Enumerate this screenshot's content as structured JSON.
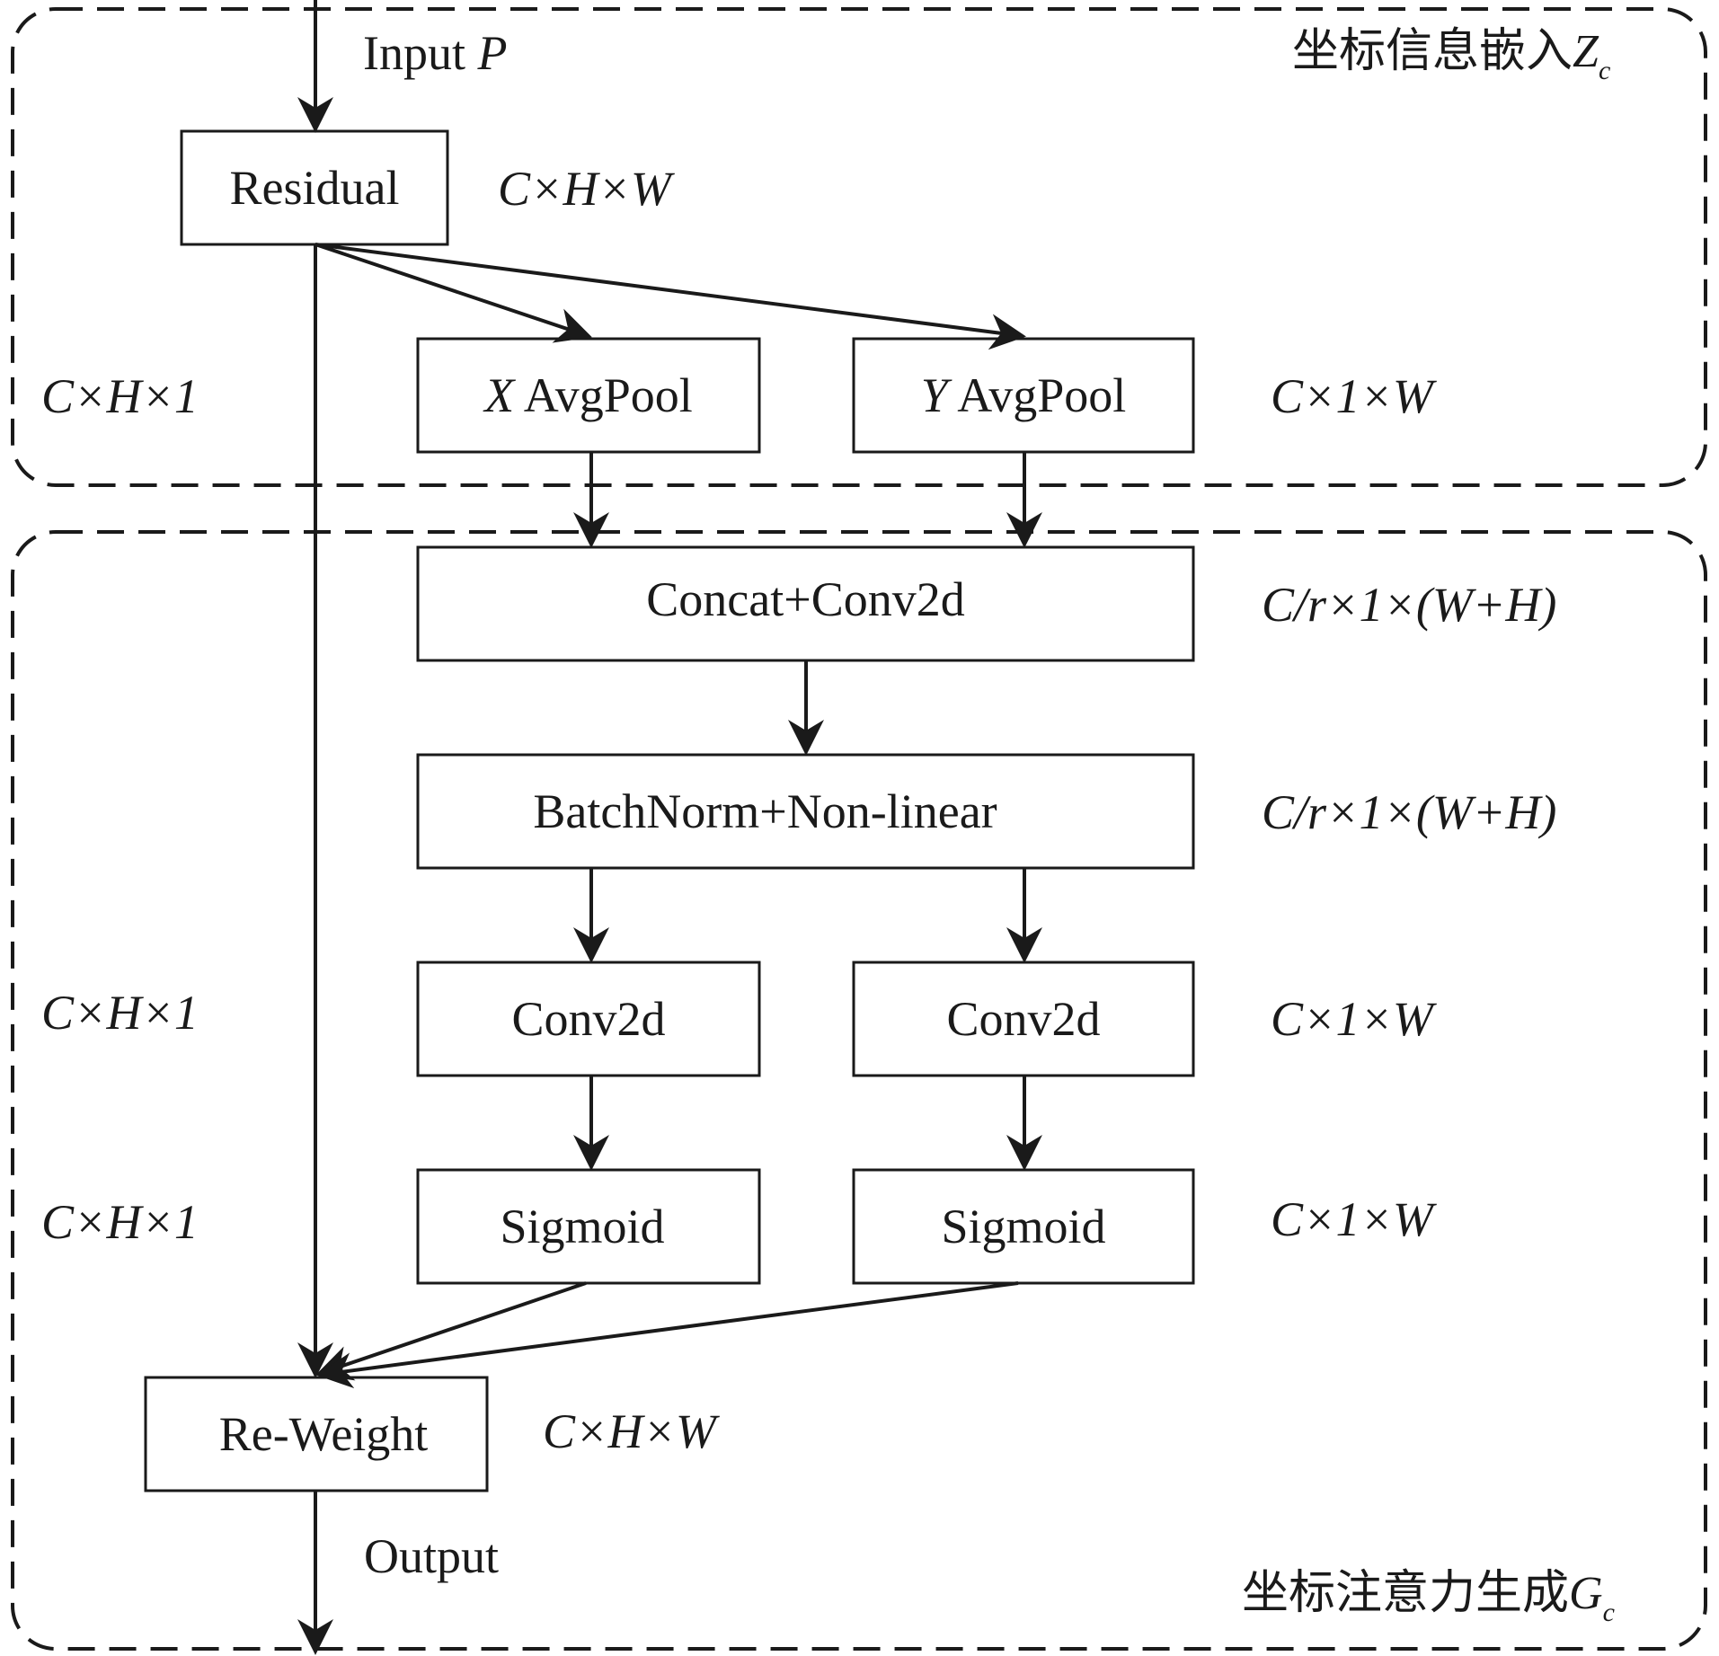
{
  "regions": {
    "embed_title": "坐标信息嵌入",
    "embed_symbol": "Z",
    "embed_sub": "c",
    "gen_title": "坐标注意力生成",
    "gen_symbol": "G",
    "gen_sub": "c"
  },
  "io": {
    "input_text": "Input ",
    "input_symbol": "P",
    "output_text": "Output"
  },
  "blocks": {
    "residual": "Residual",
    "x_symbol": "X",
    "x_avgpool": " AvgPool",
    "y_symbol": "Y",
    "y_avgpool": " AvgPool",
    "concat": "Concat+Conv2d",
    "batchnorm": "BatchNorm+Non-linear",
    "conv_left": "Conv2d",
    "conv_right": "Conv2d",
    "sigmoid_left": "Sigmoid",
    "sigmoid_right": "Sigmoid",
    "reweight": "Re-Weight"
  },
  "dims": {
    "residual": "C×H×W",
    "x_pool": "C×H×1",
    "y_pool": "C×1×W",
    "concat": "C/r×1×(W+H)",
    "batchnorm": "C/r×1×(W+H)",
    "conv_left": "C×H×1",
    "conv_right": "C×1×W",
    "sigmoid_left": "C×H×1",
    "sigmoid_right": "C×1×W",
    "reweight": "C×H×W"
  },
  "colors": {
    "line": "#1a1a1a",
    "background": "#ffffff"
  }
}
